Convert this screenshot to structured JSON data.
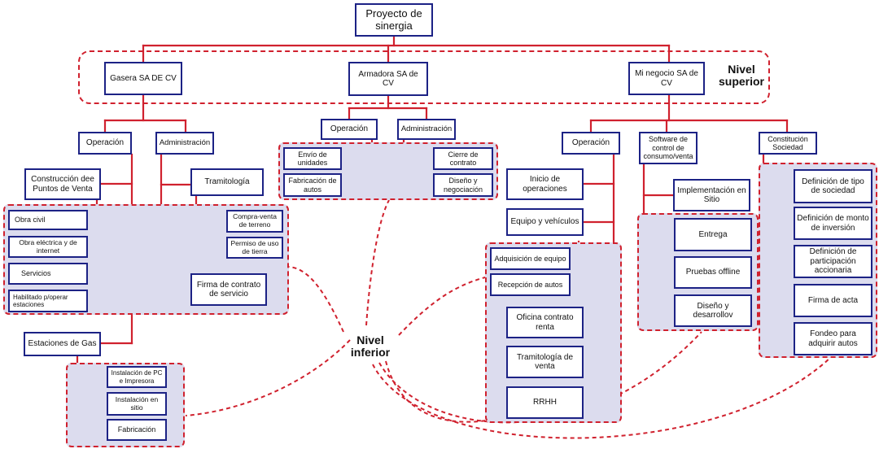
{
  "colors": {
    "box_border": "#1c2285",
    "connector": "#d0212e",
    "group_fill": "#dcdcee"
  },
  "root": "Proyecto de sinergia",
  "labels": {
    "superior": "Nivel superior",
    "inferior": "Nivel inferior"
  },
  "gasera": {
    "title": "Gasera SA DE CV",
    "operacion": "Operación",
    "administracion": "Administración",
    "construccion": "Construcción dee Puntos de Venta",
    "obra_civil": "Obra civil",
    "obra_electrica": "Obra eléctrica y de internet",
    "servicios": "Servicios",
    "habilitado": "Habilitado p/operar estaciones",
    "estaciones": "Estaciones de Gas",
    "instalacion_pc": "Instalación de PC e Impresora",
    "instalacion_sitio": "Instalación en sitio",
    "fabricacion": "Fabricación",
    "tramitologia": "Tramitología",
    "compraventa": "Compra-venta de terreno",
    "permiso": "Permiso de uso de tierra",
    "firma_servicio": "Firma de contrato de servicio"
  },
  "armadora": {
    "title": "Armadora SA de CV",
    "operacion": "Operación",
    "administracion": "Administración",
    "envio": "Envío de unidades",
    "fabricacion": "Fabricación de autos",
    "cierre": "Cierre de contrato",
    "diseno": "Diseño y negociación"
  },
  "minegocio": {
    "title": "Mi negocio SA de CV",
    "operacion": "Operación",
    "inicio": "Inicio de operaciones",
    "equipo": "Equipo y vehículos",
    "adquisicion": "Adquisición de equipo",
    "recepcion": "Recepción de autos",
    "oficina": "Oficina contrato renta",
    "tramitologia_venta": "Tramitología de venta",
    "rrhh": "RRHH",
    "software": "Software de control de consumo/venta",
    "implementacion": "Implementación en Sitio",
    "entrega": "Entrega",
    "pruebas": "Pruebas offline",
    "diseno_desarrollo": "Diseño y desarrollov",
    "constitucion": "Constitución Sociedad",
    "tipo_sociedad": "Definición de tipo de sociedad",
    "monto": "Definición de monto de inversión",
    "participacion": "Definición de participación accionaria",
    "firma_acta": "Firma de acta",
    "fondeo": "Fondeo para adquirir autos"
  }
}
